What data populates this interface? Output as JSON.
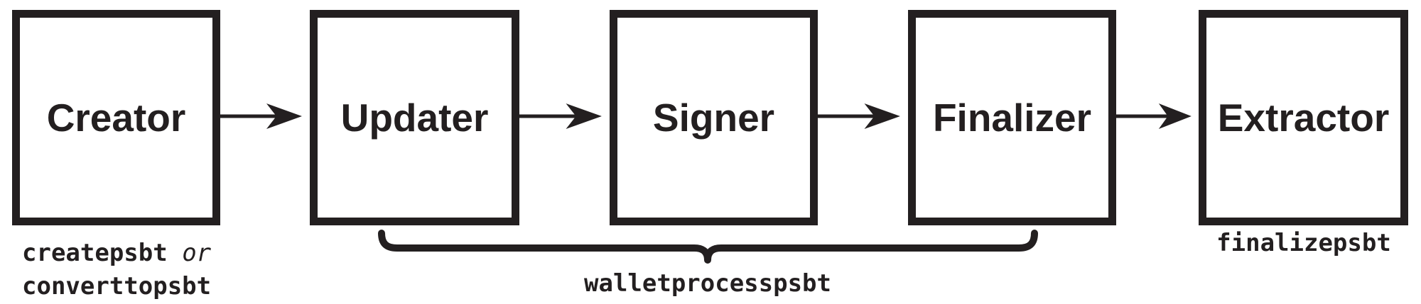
{
  "colors": {
    "ink": "#231F20",
    "background": "#FFFFFF"
  },
  "nodes": [
    {
      "label": "Creator"
    },
    {
      "label": "Updater"
    },
    {
      "label": "Signer"
    },
    {
      "label": "Finalizer"
    },
    {
      "label": "Extractor"
    }
  ],
  "edges": [
    {
      "from": "Creator",
      "to": "Updater"
    },
    {
      "from": "Updater",
      "to": "Signer"
    },
    {
      "from": "Signer",
      "to": "Finalizer"
    },
    {
      "from": "Finalizer",
      "to": "Extractor"
    }
  ],
  "annotations": {
    "creator": {
      "command_a": "createpsbt",
      "conjunction": "or",
      "command_b": "converttopsbt"
    },
    "brace_label": "walletprocesspsbt",
    "extractor_command": "finalizepsbt"
  }
}
